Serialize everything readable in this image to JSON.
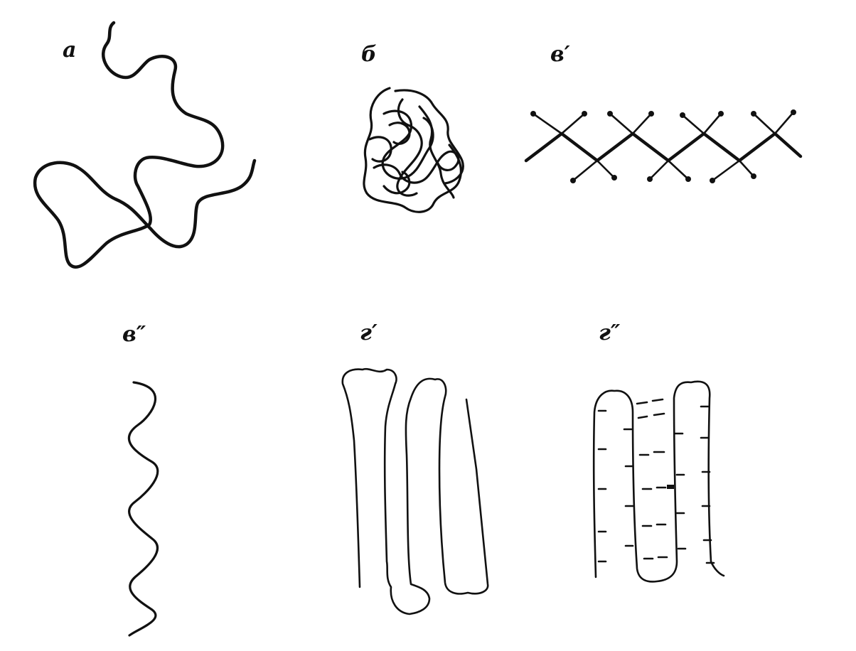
{
  "panels": [
    {
      "id": "a",
      "label": "a"
    },
    {
      "id": "b",
      "label": "б"
    },
    {
      "id": "c1",
      "label": "в′"
    },
    {
      "id": "c2",
      "label": "в″"
    },
    {
      "id": "d1",
      "label": "г′"
    },
    {
      "id": "d2",
      "label": "г″"
    }
  ],
  "colors": {
    "ink": "#111111",
    "paper": "#ffffff"
  }
}
